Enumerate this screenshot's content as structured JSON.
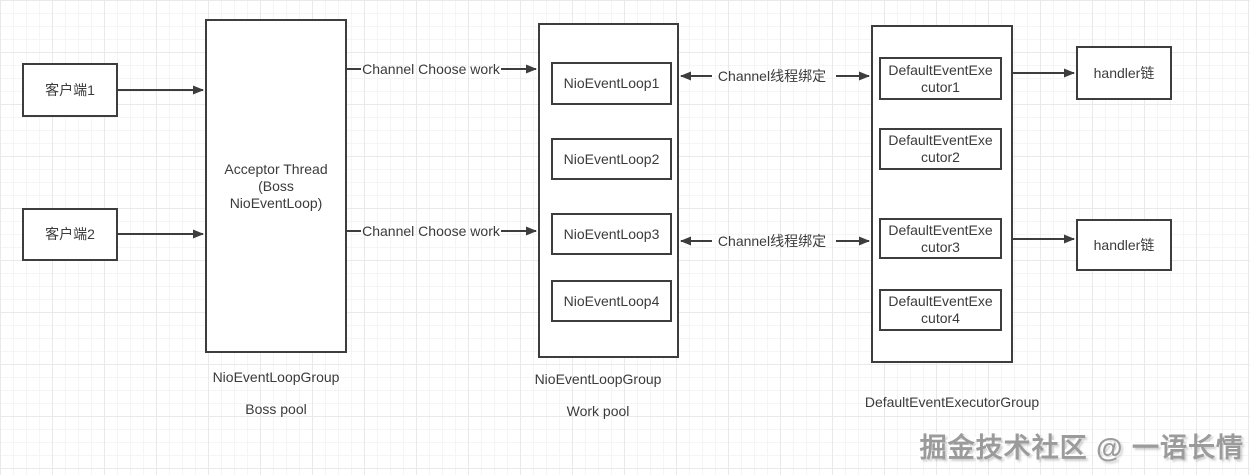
{
  "clients": [
    "客户端1",
    "客户端2"
  ],
  "boss_box": {
    "lines": [
      "Acceptor Thread",
      "(Boss",
      "NioEventLoop)"
    ]
  },
  "work_pool": {
    "items": [
      "NioEventLoop1",
      "NioEventLoop2",
      "NioEventLoop3",
      "NioEventLoop4"
    ]
  },
  "executors": {
    "items": [
      [
        "DefaultEventExe",
        "cutor1"
      ],
      [
        "DefaultEventExe",
        "cutor2"
      ],
      [
        "DefaultEventExe",
        "cutor3"
      ],
      [
        "DefaultEventExe",
        "cutor4"
      ]
    ]
  },
  "handlers": [
    "handler链",
    "handler链"
  ],
  "arrow_labels": {
    "choose_work": "Channel Choose work",
    "thread_bind": "Channel线程绑定"
  },
  "captions": {
    "boss_group": "NioEventLoopGroup",
    "boss_pool": "Boss pool",
    "work_group": "NioEventLoopGroup",
    "work_pool": "Work pool",
    "executor_group": "DefaultEventExecutorGroup"
  },
  "watermark": "掘金技术社区 @ 一语长情",
  "colors": {
    "stroke": "#3d3d3d",
    "text": "#3b3b3b",
    "grid_minor": "#f5f5f5",
    "grid_major": "#e9e9e9",
    "watermark": "#9b9b9b"
  }
}
